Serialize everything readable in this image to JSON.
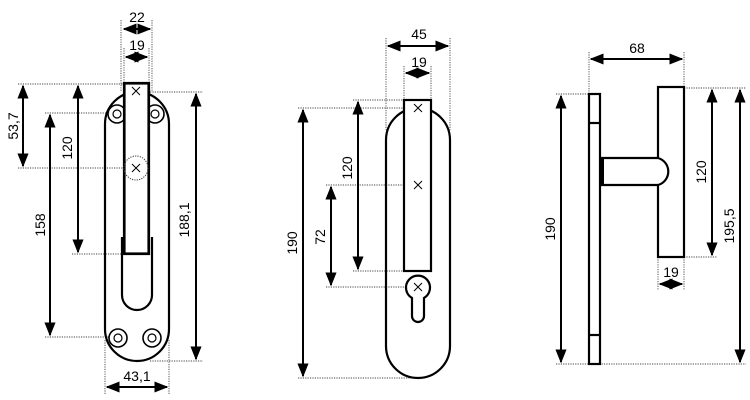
{
  "drawings": {
    "front_view": {
      "width_outer": "22",
      "width_handle": "19",
      "dim_top": "53,7",
      "dim_handle": "120",
      "dim_screws": "158",
      "dim_total": "188,1",
      "dim_plate_width": "43,1"
    },
    "front_view_lock": {
      "width_plate": "45",
      "width_handle": "19",
      "dim_total": "190",
      "dim_handle": "120",
      "dim_backset": "72"
    },
    "side_view": {
      "depth": "68",
      "dim_plate": "190",
      "dim_handle": "120",
      "dim_total": "195,5",
      "width_handle": "19"
    }
  }
}
